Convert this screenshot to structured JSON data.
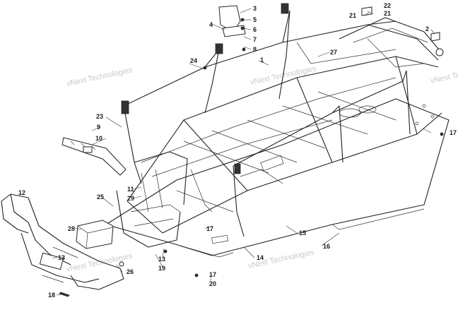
{
  "watermarks": [
    {
      "id": "wm1",
      "text": "vNext Technologies"
    },
    {
      "id": "wm2",
      "text": "vNext Technologies"
    },
    {
      "id": "wm3",
      "text": "vNext Technologies"
    },
    {
      "id": "wm4",
      "text": "vNext Technologies"
    },
    {
      "id": "wm5",
      "text": "vNext Technologies"
    }
  ],
  "callouts": {
    "c1": "1",
    "c2": "2",
    "c3": "3",
    "c4": "4",
    "c5": "5",
    "c6": "6",
    "c7": "7",
    "c8": "8",
    "c9": "9",
    "c10": "10",
    "c11": "11",
    "c12": "12",
    "c13a": "13",
    "c13b": "13",
    "c14": "14",
    "c15": "15",
    "c16": "16",
    "c17a": "17",
    "c17b": "17",
    "c17c": "17",
    "c18": "18",
    "c19": "19",
    "c20": "20",
    "c21a": "21",
    "c21b": "21",
    "c22": "22",
    "c23": "23",
    "c24": "24",
    "c25": "25",
    "c26": "26",
    "c27": "27",
    "c28": "28",
    "c29": "29"
  }
}
